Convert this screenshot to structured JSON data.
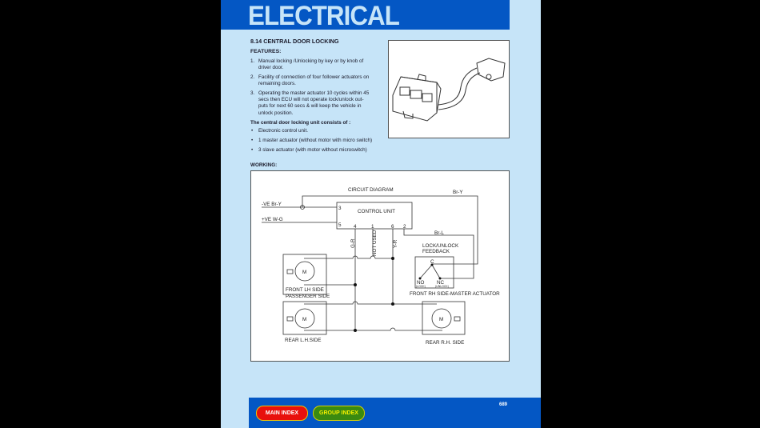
{
  "header": {
    "title": "ELECTRICAL"
  },
  "section": {
    "title": "8.14 CENTRAL DOOR LOCKING",
    "features_label": "FEATURES:",
    "features": [
      [
        "1.",
        "Manual locking /Unlocking by key or by knob of",
        "driver door."
      ],
      [
        "2.",
        "Facility of connection of four follower actuators on",
        "remaining doors."
      ],
      [
        "3.",
        "Operating the master actuator 10 cycles within 45",
        "secs then ECU will not operate lock/unlock out-",
        "puts for next 60 secs & will keep the vehicle in",
        "unlock position."
      ]
    ],
    "consists_label": "The central door locking unit consists of :",
    "consists": [
      "Electronic control unit.",
      "1 master actuator (without motor with micro switch)",
      "3 slave actuator (with motor without microswitch)"
    ],
    "working_label": "WORKING:"
  },
  "diagram": {
    "title": "CIRCUIT DIAGRAM",
    "control_unit": "CONTROL UNIT",
    "neg": "-VE Br-Y",
    "pos": "+VE W-G",
    "br_y": "Br-Y",
    "br_l": "Br-L",
    "pins": {
      "p3": "3",
      "p5": "5",
      "p4": "4",
      "p1": "1",
      "p6": "6",
      "p2": "2"
    },
    "gr": "G-R",
    "not_used": "NOT USED",
    "yr": "Y-R",
    "feedback1": "LOCK/UNLOCK",
    "feedback2": "FEEDBACK",
    "c": "C",
    "no": "NO",
    "no_sub": "(LOCK)",
    "nc": "NC",
    "nc_sub": "(UNLOCK)",
    "m": "M",
    "front_lh1": "FRONT LH SIDE",
    "front_lh2": "PASSENGER SIDE",
    "master": "FRONT RH SIDE-MASTER ACTUATOR",
    "rear_lh": "REAR L.H.SIDE",
    "rear_rh": "REAR R.H. SIDE"
  },
  "footer": {
    "main_index": "MAIN INDEX",
    "group_index": "GROUP INDEX",
    "page_number": "689"
  }
}
